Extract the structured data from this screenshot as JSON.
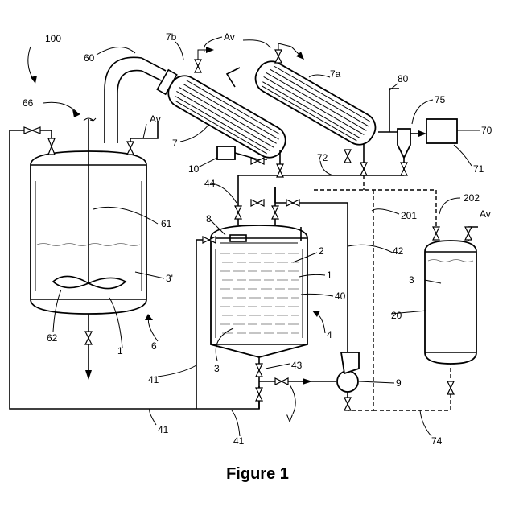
{
  "caption": "Figure 1",
  "labels": {
    "l100": "100",
    "l60": "60",
    "l7b": "7b",
    "lAv1": "Av",
    "l7a": "7a",
    "l80": "80",
    "l75": "75",
    "l70": "70",
    "l71": "71",
    "l66": "66",
    "lAv2": "Av",
    "l7": "7",
    "l10": "10",
    "l72": "72",
    "l44": "44",
    "l8": "8",
    "l202": "202",
    "lAv3": "Av",
    "l201": "201",
    "l61": "61",
    "l2": "2",
    "l42": "42",
    "l1a": "1",
    "l3p": "3'",
    "l3b": "3",
    "l40": "40",
    "l20": "20",
    "l62": "62",
    "l1b": "1",
    "l6": "6",
    "l4": "4",
    "l43": "43",
    "l3c": "3",
    "l41a": "41",
    "l9": "9",
    "lV": "V",
    "l41b": "41",
    "l41c": "41",
    "l74": "74"
  },
  "colors": {
    "line": "#000000",
    "background": "#ffffff",
    "liquid": "#666666"
  }
}
